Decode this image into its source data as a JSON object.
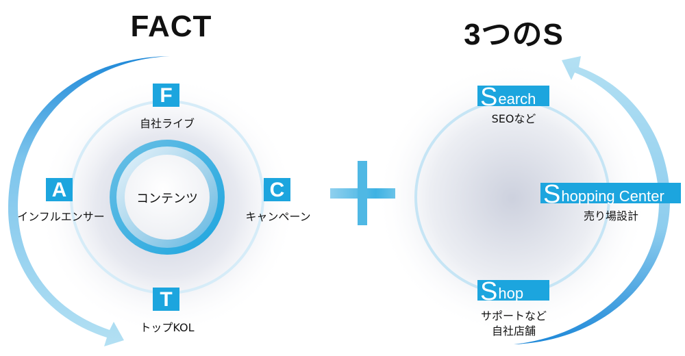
{
  "left_panel": {
    "title": "FACT",
    "center_label": "コンテンツ",
    "items": [
      {
        "letter": "F",
        "label": "自社ライブ"
      },
      {
        "letter": "A",
        "label": "インフルエンサー"
      },
      {
        "letter": "C",
        "label": "キャンペーン"
      },
      {
        "letter": "T",
        "label": "トップKOL"
      }
    ]
  },
  "operator": "+",
  "right_panel": {
    "title": "3つのS",
    "items": [
      {
        "initial": "S",
        "rest": "earch",
        "label_lines": [
          "SEOなど"
        ]
      },
      {
        "initial": "S",
        "rest": "hopping Center",
        "label_lines": [
          "売り場設計"
        ]
      },
      {
        "initial": "S",
        "rest": "hop",
        "label_lines": [
          "サポートなど",
          "自社店舗"
        ]
      }
    ]
  },
  "colors": {
    "accent": "#1ca5de",
    "arrow_light": "#b3e0f3",
    "arrow_dark": "#1e88d8",
    "ring_light": "#d4ecf8",
    "glow": "#cfd3e0"
  }
}
